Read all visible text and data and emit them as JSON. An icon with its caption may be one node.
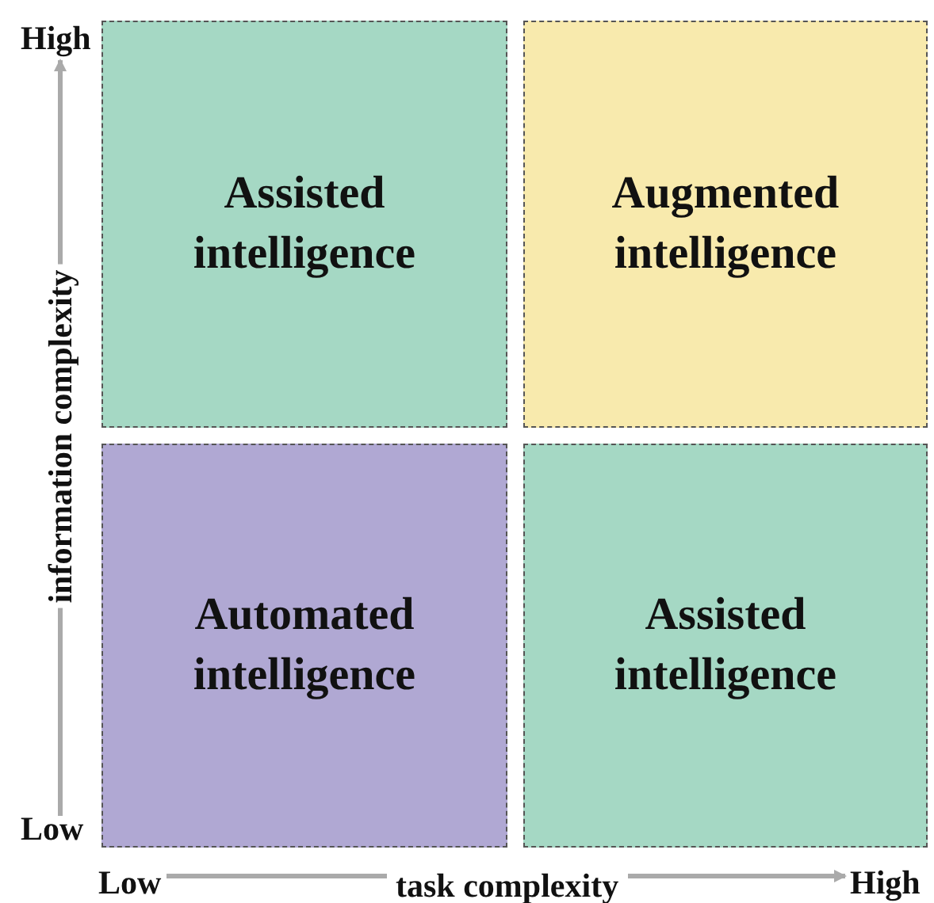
{
  "diagram": {
    "nodes": [
      {
        "text": [
          "Assisted intelligence"
        ]
      },
      {
        "text": [
          "Augmented intelligence"
        ]
      },
      {
        "text": [
          "Automated intelligence"
        ]
      },
      {
        "text": [
          "Assisted intelligence"
        ]
      }
    ],
    "labels": [
      "High",
      "information complexity",
      "Low",
      "Low",
      "task complexity",
      "High"
    ]
  }
}
